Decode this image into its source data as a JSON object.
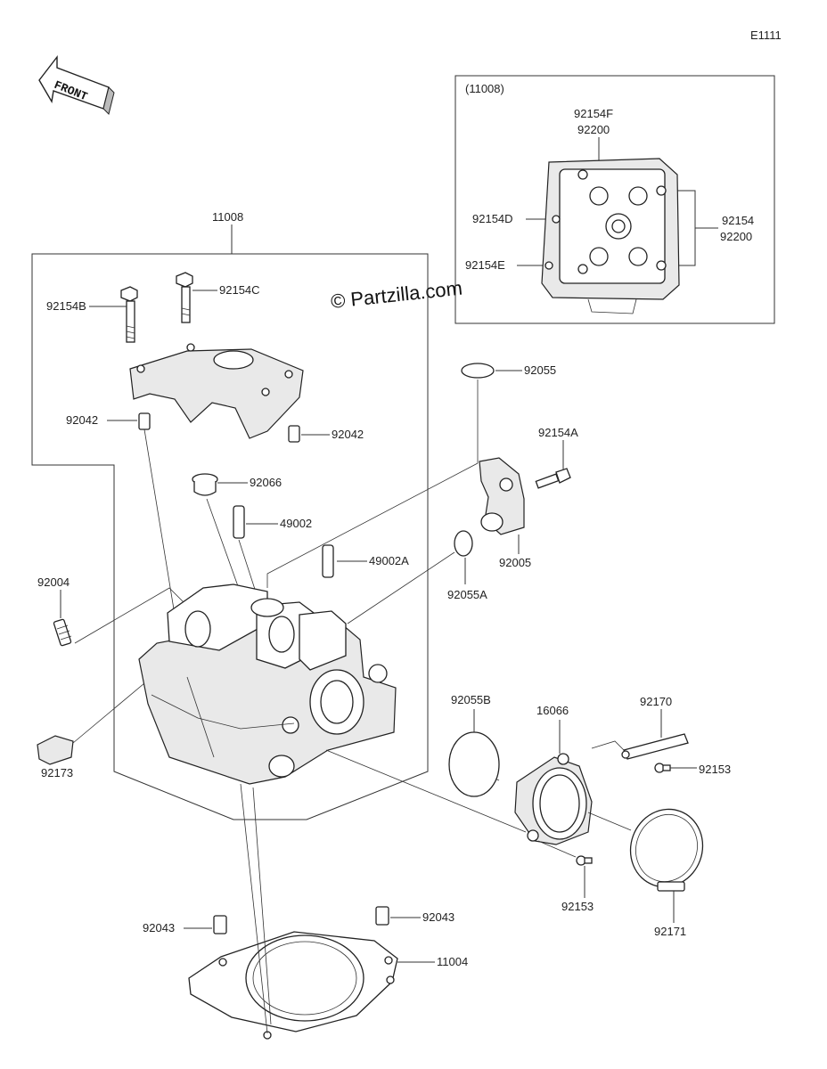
{
  "diagram_code": "E1111",
  "front_label": "FRONT",
  "watermark": "© Partzilla.com",
  "inset": {
    "title": "(11008)",
    "labels": {
      "l92154F": "92154F",
      "l92200a": "92200",
      "l92154D": "92154D",
      "l92154E": "92154E",
      "l92154": "92154",
      "l92200b": "92200"
    }
  },
  "parts": {
    "p11008": "11008",
    "p92154B": "92154B",
    "p92154C": "92154C",
    "p92042a": "92042",
    "p92042b": "92042",
    "p92055": "92055",
    "p92154A": "92154A",
    "p92066": "92066",
    "p49002": "49002",
    "p49002A": "49002A",
    "p92005": "92005",
    "p92055A": "92055A",
    "p92004": "92004",
    "p92173": "92173",
    "p92055B": "92055B",
    "p16066": "16066",
    "p92170": "92170",
    "p92153a": "92153",
    "p92153b": "92153",
    "p92171": "92171",
    "p92043a": "92043",
    "p92043b": "92043",
    "p11004": "11004"
  }
}
